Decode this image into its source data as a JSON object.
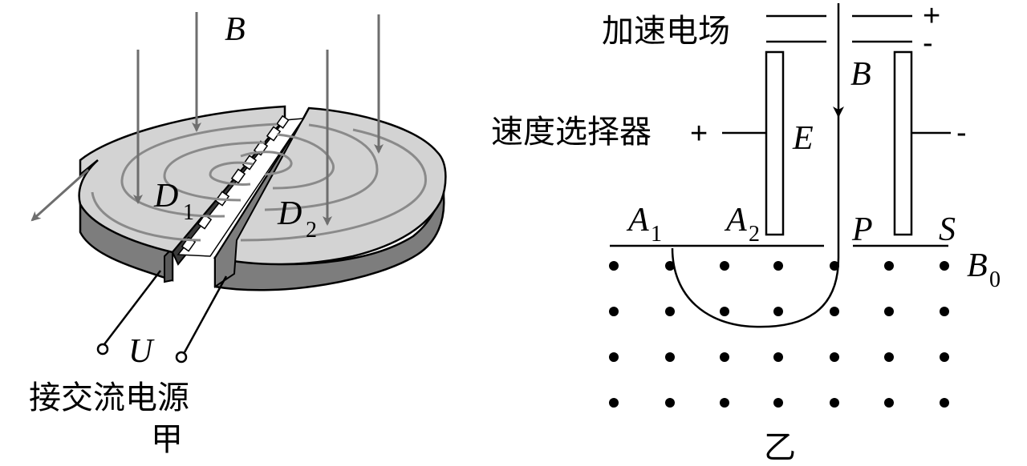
{
  "figure_a": {
    "field_label": "B",
    "dee_left": {
      "letter": "D",
      "sub": "1"
    },
    "dee_right": {
      "letter": "D",
      "sub": "2"
    },
    "voltage_label": "U",
    "source_label": "接交流电源",
    "caption": "甲"
  },
  "figure_b": {
    "accel_label": "加速电场",
    "plus_top": "+",
    "minus_top": "-",
    "field_label": "B",
    "selector_label": "速度选择器",
    "plus_left": "+",
    "minus_right": "-",
    "e_label": "E",
    "a1": {
      "letter": "A",
      "sub": "1"
    },
    "a2": {
      "letter": "A",
      "sub": "2"
    },
    "p_label": "P",
    "s_label": "S",
    "b0": {
      "letter": "B",
      "sub": "0"
    },
    "caption": "乙"
  }
}
